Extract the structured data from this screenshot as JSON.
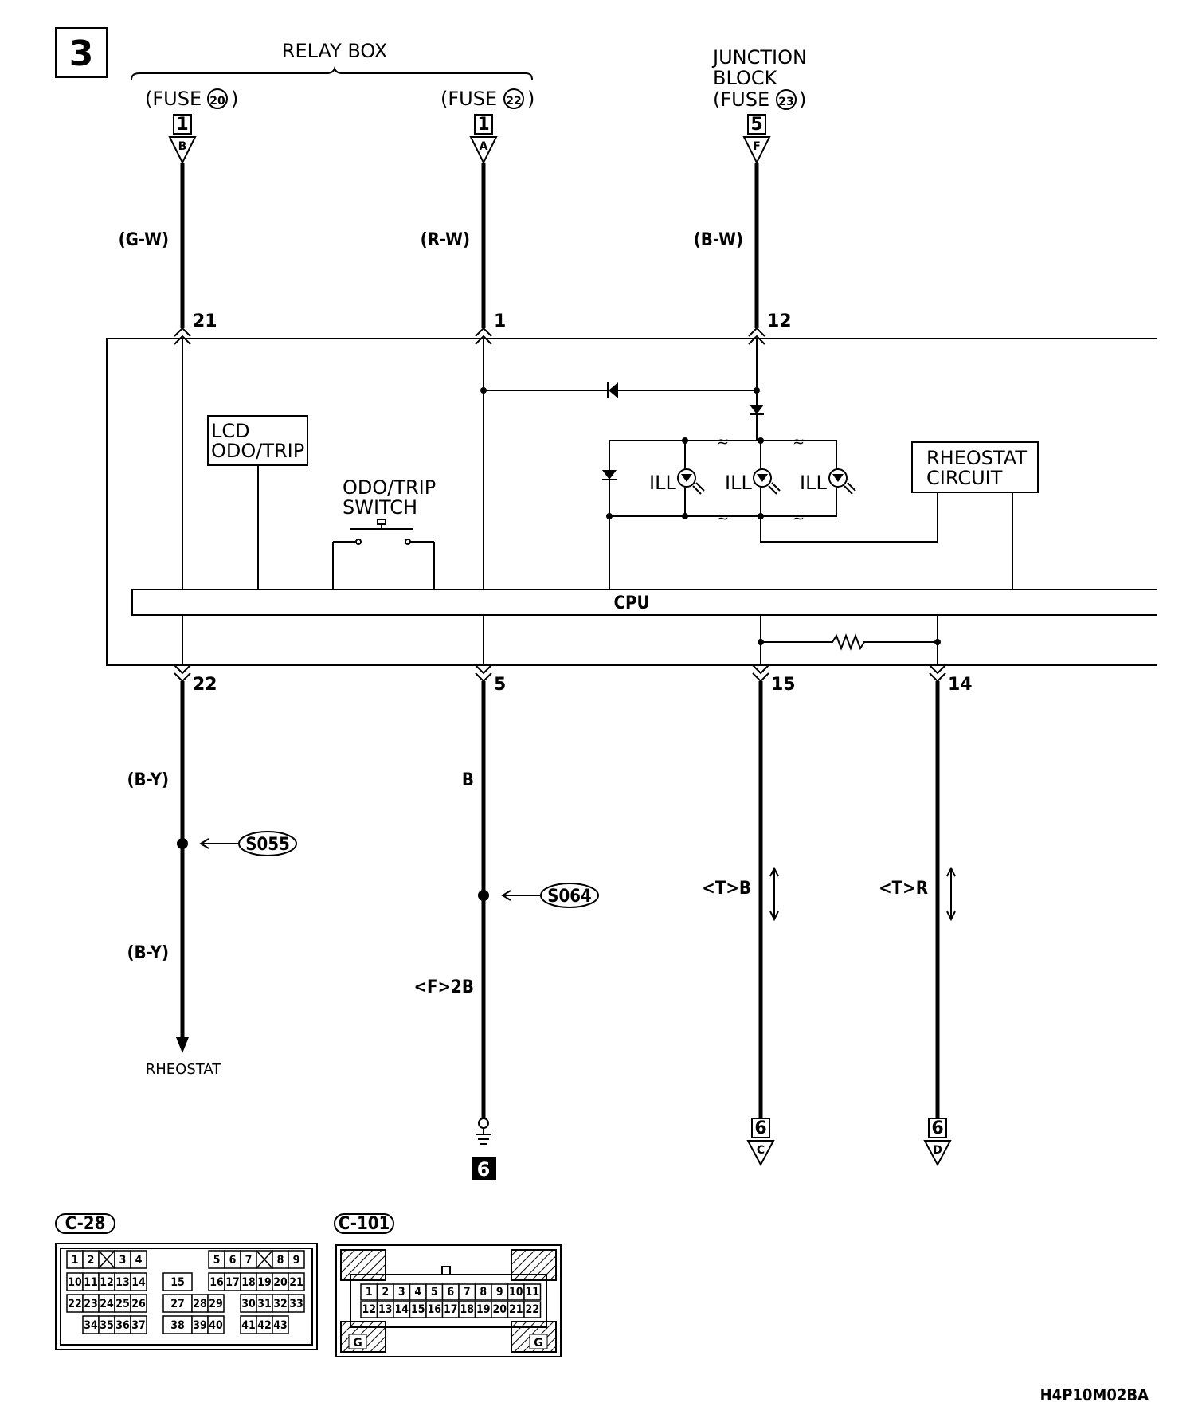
{
  "sheet_number": "3",
  "figure_code": "H4P10M02BA",
  "relay_box": {
    "label": "RELAY BOX",
    "fuse_20": {
      "label": "(FUSE",
      "fuse_no": "20",
      "connector_num": "1",
      "connector_letter": "B"
    },
    "fuse_22": {
      "label": "(FUSE",
      "fuse_no": "22",
      "connector_num": "1",
      "connector_letter": "A"
    }
  },
  "junction_block": {
    "line1": "JUNCTION",
    "line2": "BLOCK",
    "fuse_label": "(FUSE",
    "fuse_no": "23",
    "connector_num": "5",
    "connector_letter": "F"
  },
  "wires_top": {
    "w1": "(G-W)",
    "w2": "(R-W)",
    "w3": "(B-W)"
  },
  "pins": {
    "p21": "21",
    "p1": "1",
    "p12": "12",
    "p22": "22",
    "p5": "5",
    "p15": "15",
    "p14": "14"
  },
  "meter": {
    "lcd_line1": "LCD",
    "lcd_line2": "ODO/TRIP",
    "switch_line1": "ODO/TRIP",
    "switch_line2": "SWITCH",
    "ill": "ILL",
    "rheostat_line1": "RHEOSTAT",
    "rheostat_line2": "CIRCUIT",
    "cpu": "CPU"
  },
  "wires_bottom": {
    "by_upper": "(B-Y)",
    "by_lower": "(B-Y)",
    "b": "B",
    "f2b": "<F>2B",
    "tb": "<T>B",
    "tr": "<T>R"
  },
  "splices": {
    "s055": "S055",
    "s064": "S064"
  },
  "rheostat_label": "RHEOSTAT",
  "ground_no": "6",
  "out_connectors": [
    {
      "num": "6",
      "letter": "C"
    },
    {
      "num": "6",
      "letter": "D"
    }
  ],
  "connector_c28": {
    "label": "C-28",
    "row1": [
      "1",
      "2",
      "",
      "3",
      "4",
      "5",
      "6",
      "7",
      "",
      "8",
      "9"
    ],
    "row2": [
      "10",
      "11",
      "12",
      "13",
      "14",
      "15",
      "16",
      "17",
      "18",
      "19",
      "20",
      "21"
    ],
    "row3": [
      "22",
      "23",
      "24",
      "25",
      "26",
      "27",
      "28",
      "29",
      "30",
      "31",
      "32",
      "33"
    ],
    "row4": [
      "34",
      "35",
      "36",
      "37",
      "38",
      "39",
      "40",
      "41",
      "42",
      "43"
    ]
  },
  "connector_c101": {
    "label": "C-101",
    "row1": [
      "1",
      "2",
      "3",
      "4",
      "5",
      "6",
      "7",
      "8",
      "9",
      "10",
      "11"
    ],
    "row2": [
      "12",
      "13",
      "14",
      "15",
      "16",
      "17",
      "18",
      "19",
      "20",
      "21",
      "22"
    ],
    "ground_letter": "G"
  }
}
